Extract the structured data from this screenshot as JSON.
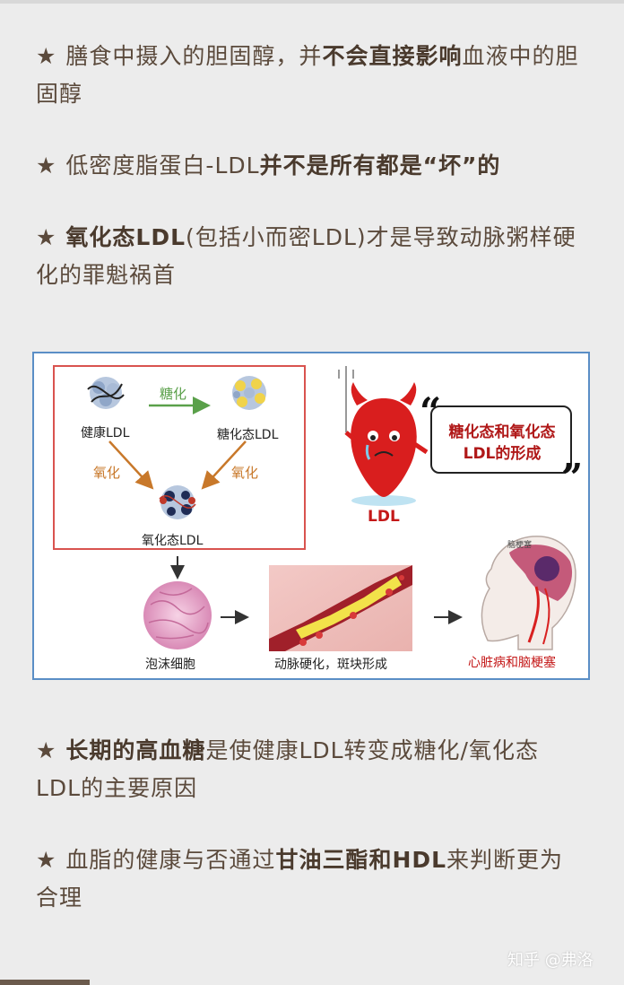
{
  "bullets": [
    {
      "star": "★",
      "parts": [
        "膳食中摄入的胆固醇，并",
        "不会直接影响",
        "血液中的胆固醇"
      ]
    },
    {
      "star": "★",
      "parts": [
        "低密度脂蛋白-LDL",
        "并不是所有都是“坏”的"
      ]
    },
    {
      "star": "★",
      "parts": [
        "氧化态LDL",
        "(包括小而密LDL)才是导致动脉粥样硬化的罪魁祸首"
      ]
    },
    {
      "star": "★",
      "parts": [
        "长期的高血糖",
        "是使健康LDL转变成糖化/氧化态LDL的主要原因"
      ]
    },
    {
      "star": "★",
      "parts": [
        "血脂的健康与否通过",
        "甘油三酯和HDL",
        "来判断更为合理"
      ]
    }
  ],
  "figure": {
    "healthy_ldl": "健康LDL",
    "glycated_ldl": "糖化态LDL",
    "oxidized_ldl": "氧化态LDL",
    "arrow_glycation": "糖化",
    "arrow_oxidation_left": "氧化",
    "arrow_oxidation_right": "氧化",
    "quote_line1": "糖化态和氧化态",
    "quote_line2": "LDL的形成",
    "quote_open": "“",
    "quote_close": "”",
    "ldl_character": "LDL",
    "foam_cell": "泡沫细胞",
    "atherosclerosis": "动脉硬化，斑块形成",
    "disease": "心脏病和脑梗塞",
    "brain_tag": "脑梗塞",
    "colors": {
      "red_box": "#d9534f",
      "glycation_arrow": "#5aa04a",
      "oxidation_arrow": "#c8782a",
      "accent_red": "#c41818",
      "border_blue": "#5a8ec6"
    }
  },
  "footer": {
    "watermark": "知乎 @弗洛"
  }
}
